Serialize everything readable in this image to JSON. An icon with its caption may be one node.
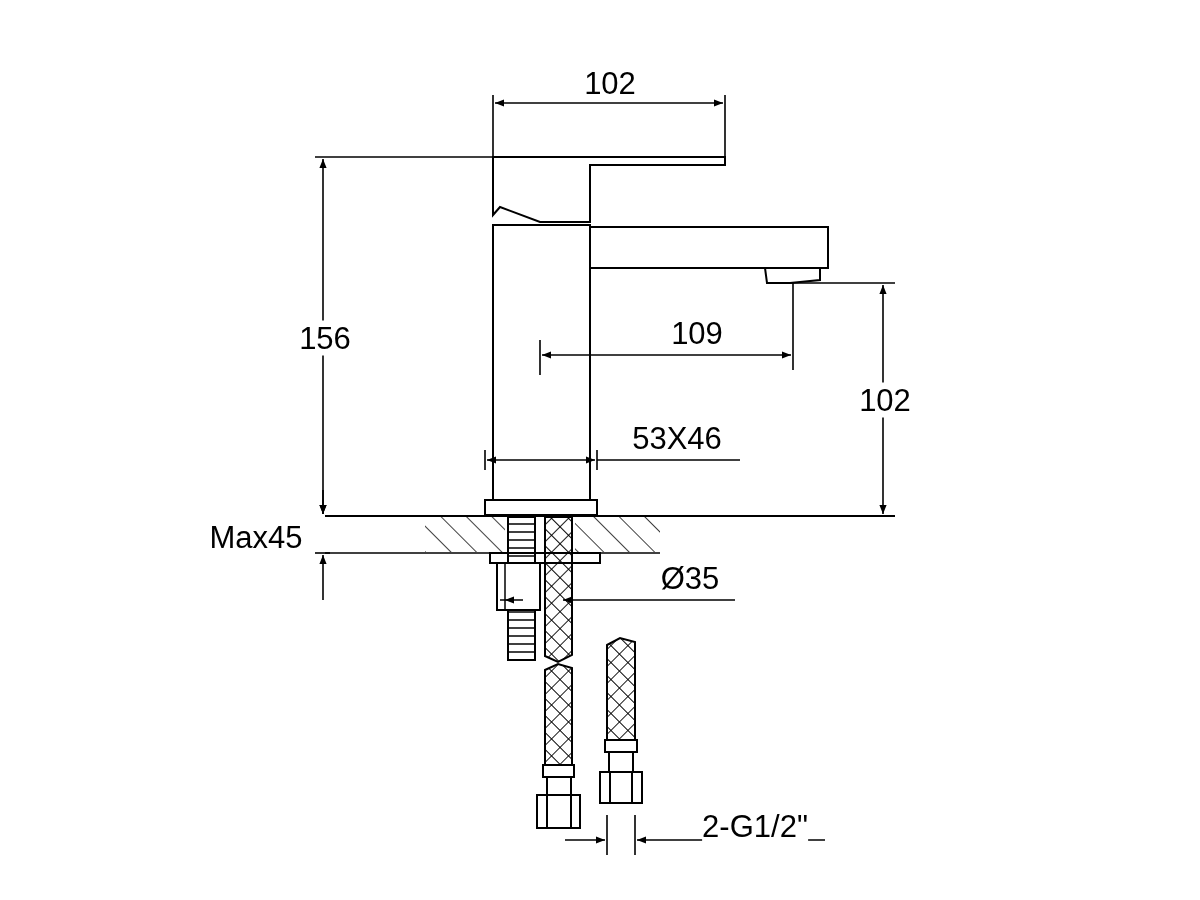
{
  "diagram": {
    "labels": [
      "102",
      "156",
      "109",
      "102",
      "53X46",
      "Max45",
      "Ø35",
      "2-G1/2\""
    ]
  }
}
